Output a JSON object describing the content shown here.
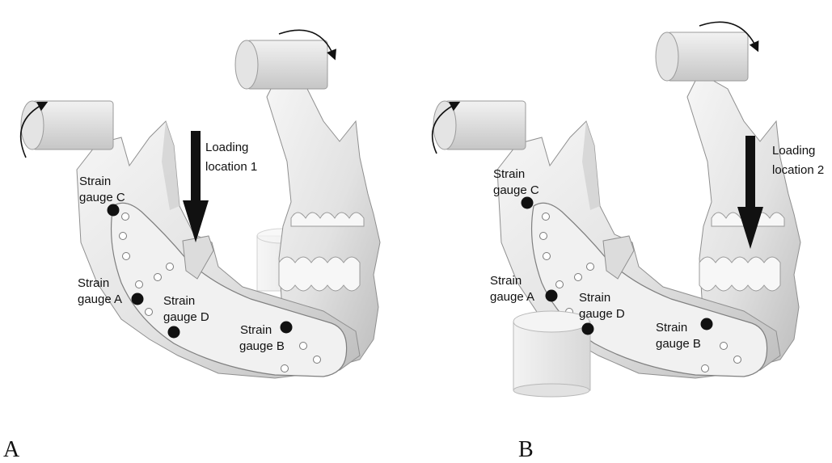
{
  "colors": {
    "bone_fill": "#e9e9e9",
    "bone_shade": "#c9c9c9",
    "bone_dark": "#9a9a9a",
    "plate_fill": "#f4f4f4",
    "support_fill": "#ededed",
    "ink": "#111111"
  },
  "icons": [
    "mandible-illustration",
    "fixation-plate",
    "cylinder-support",
    "rotation-arrow",
    "load-arrow",
    "strain-gauge-dot",
    "screw-hole"
  ],
  "panels": [
    {
      "letter": "A",
      "load": {
        "line1": "Loading",
        "line2": "location 1"
      },
      "gauges": {
        "c": {
          "line1": "Strain",
          "line2": "gauge C"
        },
        "a": {
          "line1": "Strain",
          "line2": "gauge A"
        },
        "d": {
          "line1": "Strain",
          "line2": "gauge D"
        },
        "b": {
          "line1": "Strain",
          "line2": "gauge B"
        }
      }
    },
    {
      "letter": "B",
      "load": {
        "line1": "Loading",
        "line2": "location 2"
      },
      "gauges": {
        "c": {
          "line1": "Strain",
          "line2": "gauge C"
        },
        "a": {
          "line1": "Strain",
          "line2": "gauge A"
        },
        "d": {
          "line1": "Strain",
          "line2": "gauge D"
        },
        "b": {
          "line1": "Strain",
          "line2": "gauge B"
        }
      }
    }
  ]
}
